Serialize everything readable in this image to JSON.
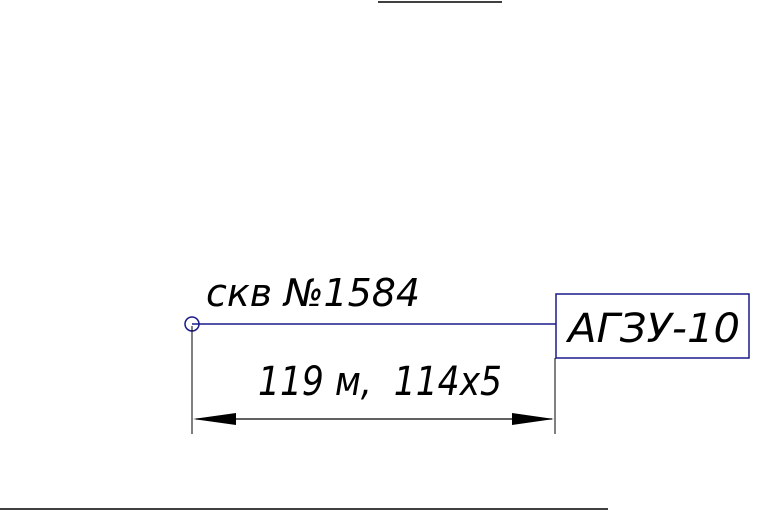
{
  "diagram": {
    "well_label": "скв №1584",
    "unit_label": "АГЗУ-10",
    "dimension_label": "119 м,  114х5",
    "colors": {
      "pipeline": "#1a1a8c",
      "node": "#1a1a8c",
      "box": "#1a1a8c",
      "ink": "#000000"
    }
  }
}
